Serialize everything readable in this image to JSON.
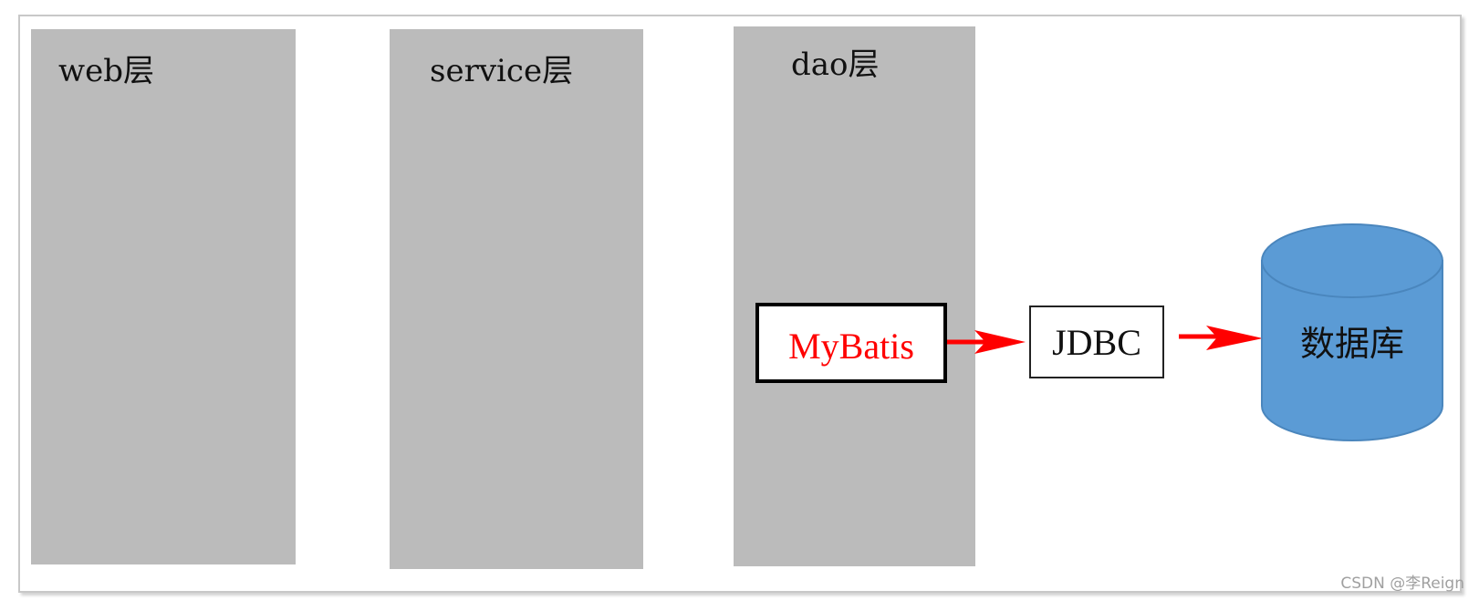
{
  "layers": {
    "web": {
      "label": "web层"
    },
    "service": {
      "label": "service层"
    },
    "dao": {
      "label": "dao层"
    }
  },
  "components": {
    "mybatis": {
      "label": "MyBatis",
      "color": "#ff0000"
    },
    "jdbc": {
      "label": "JDBC"
    },
    "database": {
      "label": "数据库",
      "fill": "#5b9bd5"
    }
  },
  "arrows": {
    "color": "#ff0000"
  },
  "watermark": "CSDN @李Reign"
}
